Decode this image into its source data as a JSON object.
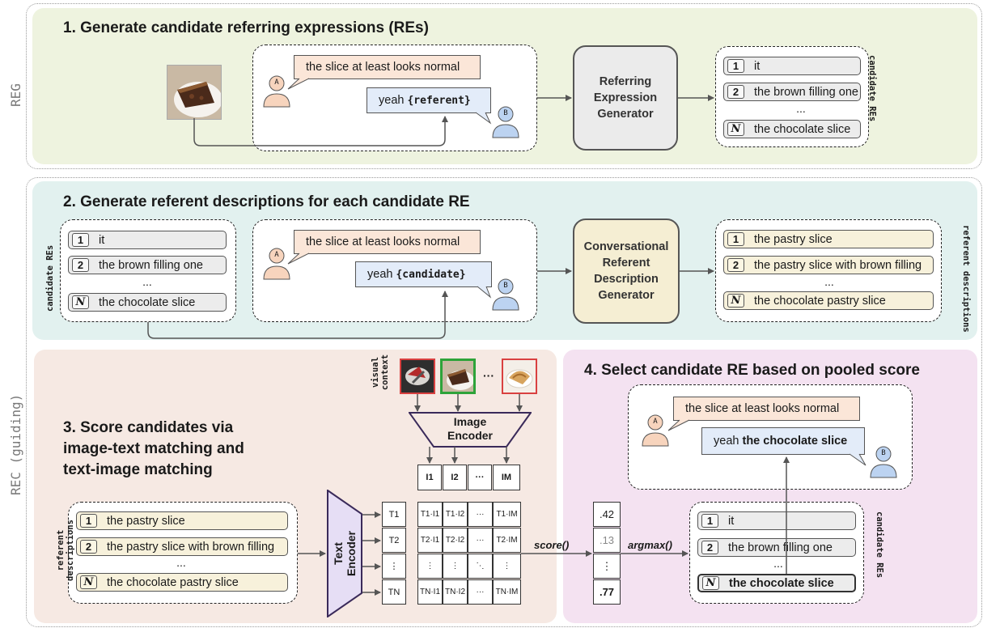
{
  "side_labels": {
    "reg": "REG",
    "rec": "REC (guiding)"
  },
  "step1": {
    "title": "1. Generate candidate referring expressions (REs)",
    "speaker_a": "A",
    "speaker_b": "B",
    "utterance_a": "the slice at least looks normal",
    "utterance_b_prefix": "yeah ",
    "utterance_b_slot": "{referent}",
    "generator": [
      "Referring",
      "Expression",
      "Generator"
    ],
    "candidates_label": "candidate REs",
    "candidates": [
      {
        "num": "1",
        "text": "it"
      },
      {
        "num": "2",
        "text": "the brown filling one"
      },
      {
        "num": "N",
        "text": "the chocolate slice"
      }
    ],
    "ellipsis": "..."
  },
  "step2": {
    "title": "2. Generate referent descriptions for each candidate RE",
    "candidates_label": "candidate REs",
    "candidates": [
      {
        "num": "1",
        "text": "it"
      },
      {
        "num": "2",
        "text": "the brown filling one"
      },
      {
        "num": "N",
        "text": "the chocolate slice"
      }
    ],
    "utterance_a": "the slice at least looks normal",
    "utterance_b_prefix": "yeah ",
    "utterance_b_slot": "{candidate}",
    "generator": [
      "Conversational",
      "Referent",
      "Description",
      "Generator"
    ],
    "descriptions_label": "referent descriptions",
    "descriptions": [
      {
        "num": "1",
        "text": "the pastry slice"
      },
      {
        "num": "2",
        "text": "the pastry slice with brown filling"
      },
      {
        "num": "N",
        "text": "the chocolate pastry slice"
      }
    ],
    "ellipsis": "..."
  },
  "step3": {
    "title": [
      "3. Score candidates via",
      "image-text matching and",
      "text-image matching"
    ],
    "visual_context_label": [
      "visual",
      "context"
    ],
    "image_encoder": [
      "Image",
      "Encoder"
    ],
    "text_encoder": [
      "Text",
      "Encoder"
    ],
    "descriptions_label": [
      "referent",
      "descriptions"
    ],
    "descriptions": [
      {
        "num": "1",
        "text": "the pastry slice"
      },
      {
        "num": "2",
        "text": "the pastry slice with brown filling"
      },
      {
        "num": "N",
        "text": "the chocolate pastry slice"
      }
    ],
    "image_features": [
      "I1",
      "I2",
      "···",
      "IM"
    ],
    "text_features": [
      "T1",
      "T2",
      "⋮",
      "TN"
    ],
    "matrix": [
      [
        "T1·I1",
        "T1·I2",
        "···",
        "T1·IM"
      ],
      [
        "T2·I1",
        "T2·I2",
        "···",
        "T2·IM"
      ],
      [
        "⋮",
        "⋮",
        "⋱",
        "⋮"
      ],
      [
        "TN·I1",
        "TN·I2",
        "···",
        "TN·IM"
      ]
    ],
    "score_fn": "score()",
    "scores": [
      ".42",
      ".13",
      "⋮",
      ".77"
    ],
    "ellipsis": "..."
  },
  "step4": {
    "title": "4. Select candidate RE based on pooled score",
    "argmax_fn": "argmax()",
    "utterance_a": "the slice at least looks normal",
    "utterance_b_prefix": "yeah ",
    "utterance_b_selected": "the chocolate slice",
    "candidates_label": "candidate REs",
    "candidates": [
      {
        "num": "1",
        "text": "it"
      },
      {
        "num": "2",
        "text": "the brown filling one"
      },
      {
        "num": "N",
        "text": "the chocolate slice"
      }
    ],
    "ellipsis": "..."
  },
  "colors": {
    "reg_panel": "#eef3df",
    "step2_panel": "#e2f1ef",
    "step3_panel": "#f6e9e3",
    "step4_panel": "#f4e2f1",
    "speaker_a": "#f7d4bd",
    "speaker_b": "#bcd3f1",
    "image_encoder": "#f6e9e3",
    "text_encoder": "#e6def5",
    "selected_image_border": "#2ea33a",
    "distractor_image_border": "#d94040"
  }
}
